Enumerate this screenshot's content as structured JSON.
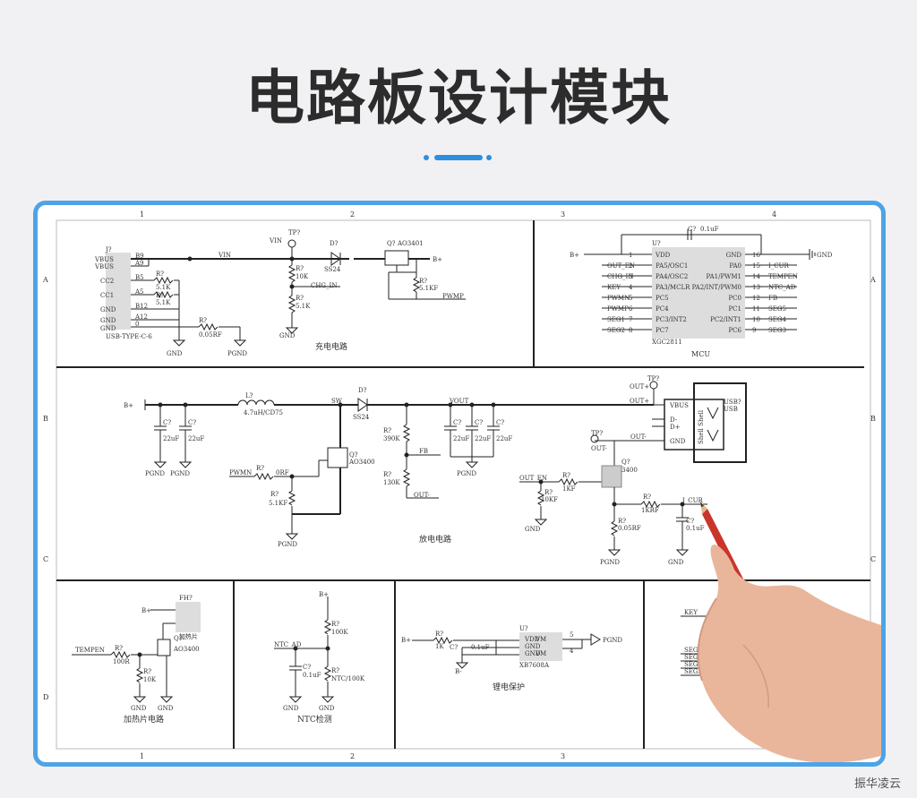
{
  "title": "电路板设计模块",
  "brand": "振华凌云",
  "grid": {
    "columns": [
      "1",
      "2",
      "3",
      "4"
    ],
    "rows": [
      "A",
      "B",
      "C",
      "D"
    ]
  },
  "sections": {
    "charging": "充电电路",
    "mcu": "MCU",
    "discharge": "放电电路",
    "heater": "加热片电路",
    "ntc": "NTC检测",
    "battery": "锂电保护"
  },
  "usb_input": {
    "ref": "J?",
    "part": "USB-TYPE-C-6",
    "pins": [
      "VBUS",
      "VBUS",
      "CC2",
      "CC1",
      "GND",
      "GND",
      "GND"
    ],
    "nets": [
      "B9",
      "A9",
      "B5",
      "A5",
      "B12",
      "A12",
      "0"
    ],
    "r1": "R?",
    "r1_val": "5.1K",
    "r2": "R?",
    "r2_val": "5.1K",
    "r3": "R?",
    "r3_val": "0.05RF",
    "gnd": "GND",
    "pgnd": "PGND"
  },
  "charge": {
    "vin": "VIN",
    "tp": "TP?",
    "diode": "D?",
    "diode_part": "SS24",
    "mos": "Q?",
    "mos_part": "AO3401",
    "bplus": "B+",
    "r_top": "R?",
    "r_top_val": "10K",
    "r_bot": "R?",
    "r_bot_val": "5.1K",
    "r_g": "R?",
    "r_g_val": "5.1KF",
    "chg_in": "CHG_IN",
    "pwmp": "PWMP",
    "gnd": "GND"
  },
  "mcu": {
    "ref": "U?",
    "part": "XGC2811",
    "cap": "C?",
    "cap_val": "0.1uF",
    "bplus": "B+",
    "gnd": "GND",
    "left_pins": [
      {
        "n": "1",
        "name": "VDD",
        "net": ""
      },
      {
        "n": "2",
        "name": "PA5/OSC1",
        "net": "OUT_EN"
      },
      {
        "n": "3",
        "name": "PA4/OSC2",
        "net": "CHG_IN"
      },
      {
        "n": "4",
        "name": "PA3/MCLR",
        "net": "KEY"
      },
      {
        "n": "5",
        "name": "PC5",
        "net": "PWMN"
      },
      {
        "n": "6",
        "name": "PC4",
        "net": "PWMP"
      },
      {
        "n": "7",
        "name": "PC3/INT2",
        "net": "SEG1"
      },
      {
        "n": "8",
        "name": "PC7",
        "net": "SEG2"
      }
    ],
    "right_pins": [
      {
        "n": "16",
        "name": "GND",
        "net": ""
      },
      {
        "n": "15",
        "name": "PA0",
        "net": "I_CUR"
      },
      {
        "n": "14",
        "name": "PA1/PWM1",
        "net": "TEMPEN"
      },
      {
        "n": "13",
        "name": "PA2/INT/PWM0",
        "net": "NTC_AD"
      },
      {
        "n": "12",
        "name": "PC0",
        "net": "FB"
      },
      {
        "n": "11",
        "name": "PC1",
        "net": "SEG5"
      },
      {
        "n": "10",
        "name": "PC2/INT1",
        "net": "SEG4"
      },
      {
        "n": "9",
        "name": "PC6",
        "net": "SEG3"
      }
    ]
  },
  "discharge": {
    "bplus": "B+",
    "inductor": "L?",
    "inductor_val": "4.7uH/CD75",
    "sw": "SW",
    "diode": "D?",
    "diode_part": "SS24",
    "vout": "VOUT",
    "c1": "C?",
    "c1_val": "22uF",
    "c2": "C?",
    "c2_val": "22uF",
    "c3": "C?",
    "c3_val": "22uF",
    "c4": "C?",
    "c4_val": "22uF",
    "c5": "C?",
    "c5_val": "22uF",
    "r_fb1": "R?",
    "r_fb1_val": "390K",
    "r_fb2": "R?",
    "r_fb2_val": "130K",
    "fb": "FB",
    "out_minus": "OUT-",
    "pwmn": "PWMN",
    "r_g": "R?",
    "r_g_val": "0RF",
    "r_pd": "R?",
    "r_pd_val": "5.1KF",
    "mos": "Q?",
    "mos_part": "AO3400",
    "pgnd": "PGND",
    "tp": "TP?",
    "out_plus": "OUT+",
    "usb_ref": "USB?",
    "usb_part": "USB",
    "usb_pins": [
      "VBUS",
      "D-",
      "D+",
      "GND"
    ],
    "shell": "Shell Shell",
    "out_en": "OUT_EN",
    "r_en": "R?",
    "r_en_val": "1KF",
    "r_en_pd": "R?",
    "r_en_pd_val": "10KF",
    "mos2": "Q?",
    "mos2_part": "3400",
    "r_sense": "R?",
    "r_sense_val": "0.05RF",
    "r_cur": "R?",
    "r_cur_val": "1KRF",
    "i_cur": "I_CUR",
    "c_cur": "C?",
    "c_cur_val": "0.1uF",
    "gnd": "GND"
  },
  "heater": {
    "bplus": "B+",
    "ref": "FH?",
    "part": "加热片",
    "tempen": "TEMPEN",
    "r1": "R?",
    "r1_val": "100R",
    "r2": "R?",
    "r2_val": "10K",
    "mos": "Q?",
    "mos_part": "AO3400",
    "gnd": "GND"
  },
  "ntc": {
    "bplus": "B+",
    "r1": "R?",
    "r1_val": "100K",
    "ntc_ad": "NTC_AD",
    "cap": "C?",
    "cap_val": "0.1uF",
    "r2": "R?",
    "r2_val": "NTC/100K",
    "gnd": "GND"
  },
  "battery": {
    "bplus": "B+",
    "r": "R?",
    "r_val": "1K",
    "cap": "C?",
    "cap_val": "0.1uF",
    "bminus": "B-",
    "ref": "U?",
    "part": "XB7608A",
    "pins": [
      "VDD",
      "GND",
      "GND"
    ],
    "pin_right": [
      "VM",
      "VM"
    ],
    "pgnd": "PGND"
  },
  "display": {
    "key": "KEY",
    "segs": [
      "SEG2",
      "SEG3",
      "SEG4",
      "SEG5"
    ]
  }
}
